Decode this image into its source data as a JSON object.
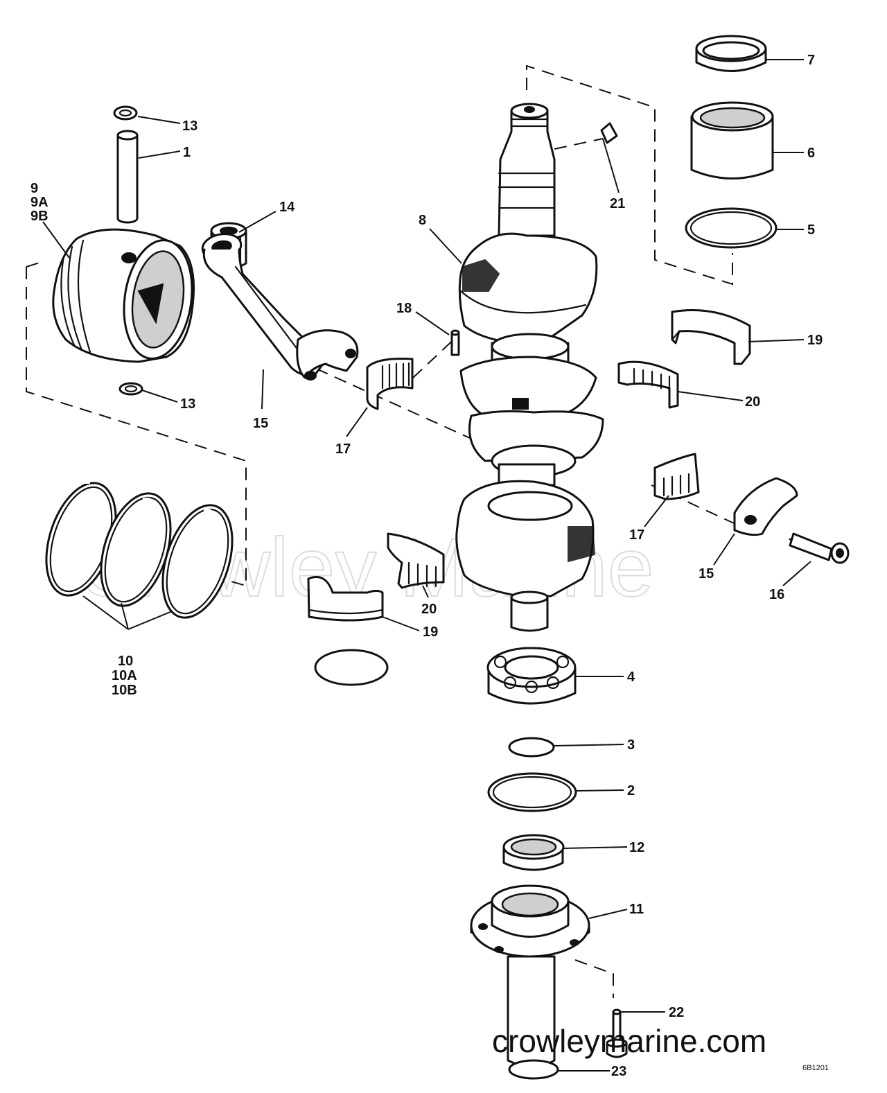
{
  "watermark": "Crowley Marine",
  "site_url": "crowleymarine.com",
  "drawing_number": "6B1201",
  "callouts": {
    "c1": "1",
    "c2": "2",
    "c3": "3",
    "c4": "4",
    "c5": "5",
    "c6": "6",
    "c7": "7",
    "c8": "8",
    "c9": "9",
    "c9a": "9A",
    "c9b": "9B",
    "c10": "10",
    "c10a": "10A",
    "c10b": "10B",
    "c11": "11",
    "c12": "12",
    "c13_top": "13",
    "c13_bottom": "13",
    "c14": "14",
    "c15_left": "15",
    "c15_right": "15",
    "c16": "16",
    "c17_left": "17",
    "c17_right": "17",
    "c18": "18",
    "c19_right": "19",
    "c19_left": "19",
    "c20_right": "20",
    "c20_left": "20",
    "c21": "21",
    "c22": "22",
    "c23": "23"
  }
}
